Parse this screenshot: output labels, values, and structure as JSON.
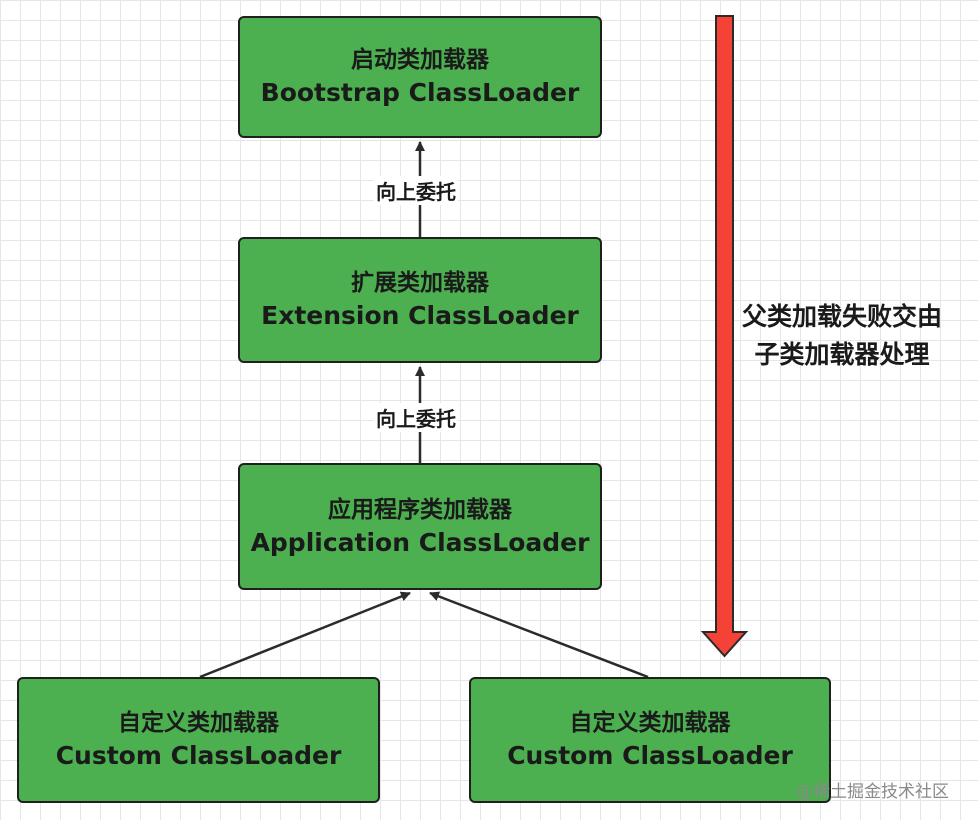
{
  "nodes": {
    "bootstrap": {
      "cn": "启动类加载器",
      "en": "Bootstrap ClassLoader"
    },
    "extension": {
      "cn": "扩展类加载器",
      "en": "Extension ClassLoader"
    },
    "application": {
      "cn": "应用程序类加载器",
      "en": "Application ClassLoader"
    },
    "custom_left": {
      "cn": "自定义类加载器",
      "en": "Custom ClassLoader"
    },
    "custom_right": {
      "cn": "自定义类加载器",
      "en": "Custom ClassLoader"
    }
  },
  "edges": {
    "ext_to_boot_label": "向上委托",
    "app_to_ext_label": "向上委托"
  },
  "side_note": {
    "line1": "父类加载失败交由",
    "line2": "子类加载器处理"
  },
  "watermark": "@稀土掘金技术社区",
  "colors": {
    "node_fill": "#4caf50",
    "node_border": "#1f1f1f",
    "arrow_fill": "#f44336",
    "connector": "#2b2b2b"
  }
}
